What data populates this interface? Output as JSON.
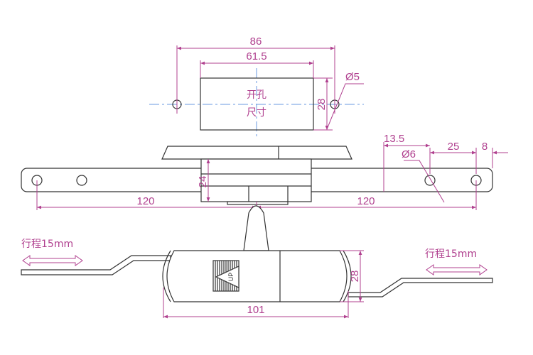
{
  "top_view": {
    "dim_total": "86",
    "dim_cutout_width": "61.5",
    "dim_cutout_height": "28",
    "dim_hole_dia": "Ø5",
    "label_line1": "开孔",
    "label_line2": "尺寸"
  },
  "middle_view": {
    "dim_left_120": "120",
    "dim_right_120": "120",
    "dim_height_24": "24",
    "dim_13_5": "13.5",
    "dim_hole_dia": "Ø6",
    "dim_25": "25",
    "dim_8": "8"
  },
  "bottom_view": {
    "stroke_label_left": "行程15mm",
    "stroke_label_right": "行程15mm",
    "dim_height": "28",
    "dim_length": "101",
    "up_label": "UP"
  },
  "colors": {
    "dimension": "#b0408f",
    "centerline": "#6a9ae0",
    "outline": "#333333"
  }
}
